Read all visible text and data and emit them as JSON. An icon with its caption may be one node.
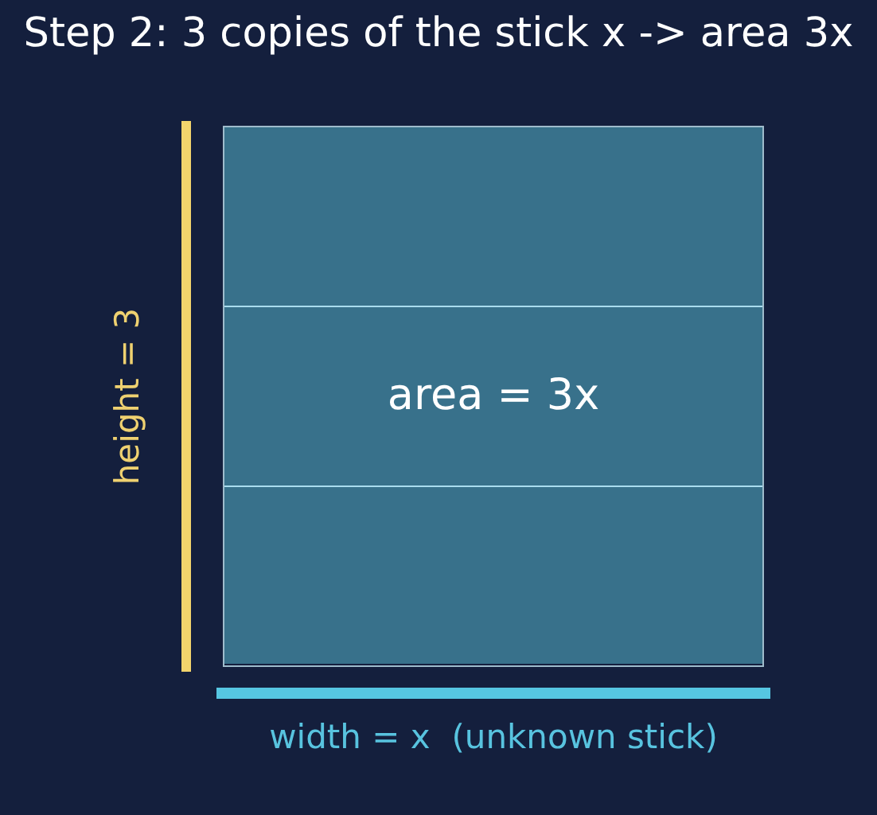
{
  "diagram": {
    "title": "Step 2: 3 copies of the stick x -> area 3x",
    "nodes": [
      {
        "text": [],
        "shape": "box"
      },
      {
        "text": [],
        "shape": "box",
        "in": 0
      },
      {
        "text": [
          "area = 3x"
        ],
        "in": 0
      },
      {
        "text": [],
        "shape": "box",
        "in": 0
      }
    ],
    "edges": [],
    "labels": [
      "height = 3",
      "width = x  (unknown stick)"
    ]
  }
}
